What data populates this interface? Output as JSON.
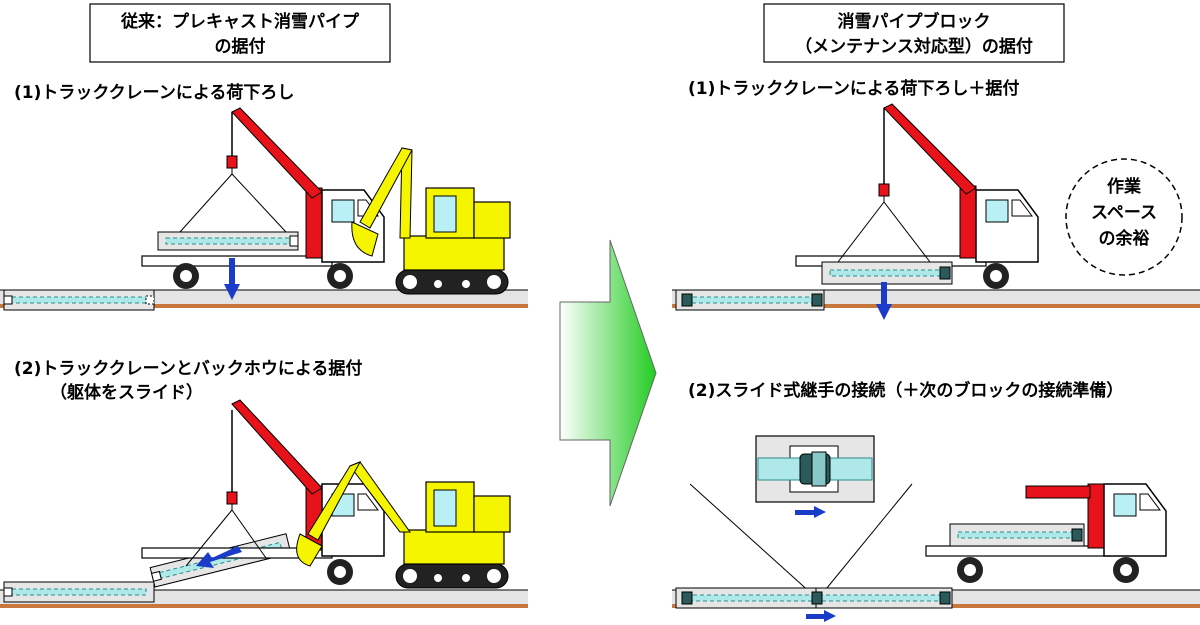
{
  "left": {
    "title_line1": "従来：プレキャスト消雪パイプ",
    "title_line2": "の据付",
    "step1": "(1)トラッククレーンによる荷下ろし",
    "step2_line1": "(2)トラッククレーンとバックホウによる据付",
    "step2_line2": "（躯体をスライド）"
  },
  "right": {
    "title_line1": "消雪パイプブロック",
    "title_line2": "（メンテナンス対応型）の据付",
    "step1": "(1)トラッククレーンによる荷下ろし＋据付",
    "step2": "(2)スライド式継手の接続（＋次のブロックの接続準備）",
    "workspace_line1": "作業",
    "workspace_line2": "スペース",
    "workspace_line3": "の余裕"
  },
  "colors": {
    "crane_red": "#e8121a",
    "excavator_yellow": "#f5f500",
    "arrow_blue": "#1a3cc8",
    "arrow_green": "#22cc22",
    "pipe_cyan": "#aee8e8",
    "ground_brown": "#c8783c"
  }
}
